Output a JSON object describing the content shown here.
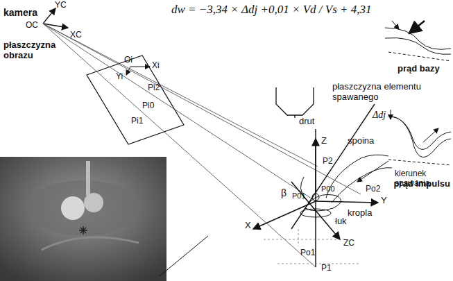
{
  "diagram": {
    "labels": [
      "kamera",
      "YC",
      "OC",
      "XC",
      "płaszczyzna obrazu",
      "Oi",
      "Xi",
      "Yi",
      "Pi2",
      "Pi0",
      "Pi1",
      "dw = −3,34 × Δdj +0,01 × Vd / Vs + 4,31",
      "prąd bazy",
      "Δdj",
      "prąd impulsu",
      "drut",
      "płaszczyzna elementu spawanego",
      "Z",
      "P2",
      "spoina",
      "kierunek spawania",
      "Po2",
      "kropla",
      "β",
      "P01",
      "P00",
      "łuk",
      "Y",
      "X",
      "Po1",
      "ZC",
      "P1"
    ]
  }
}
